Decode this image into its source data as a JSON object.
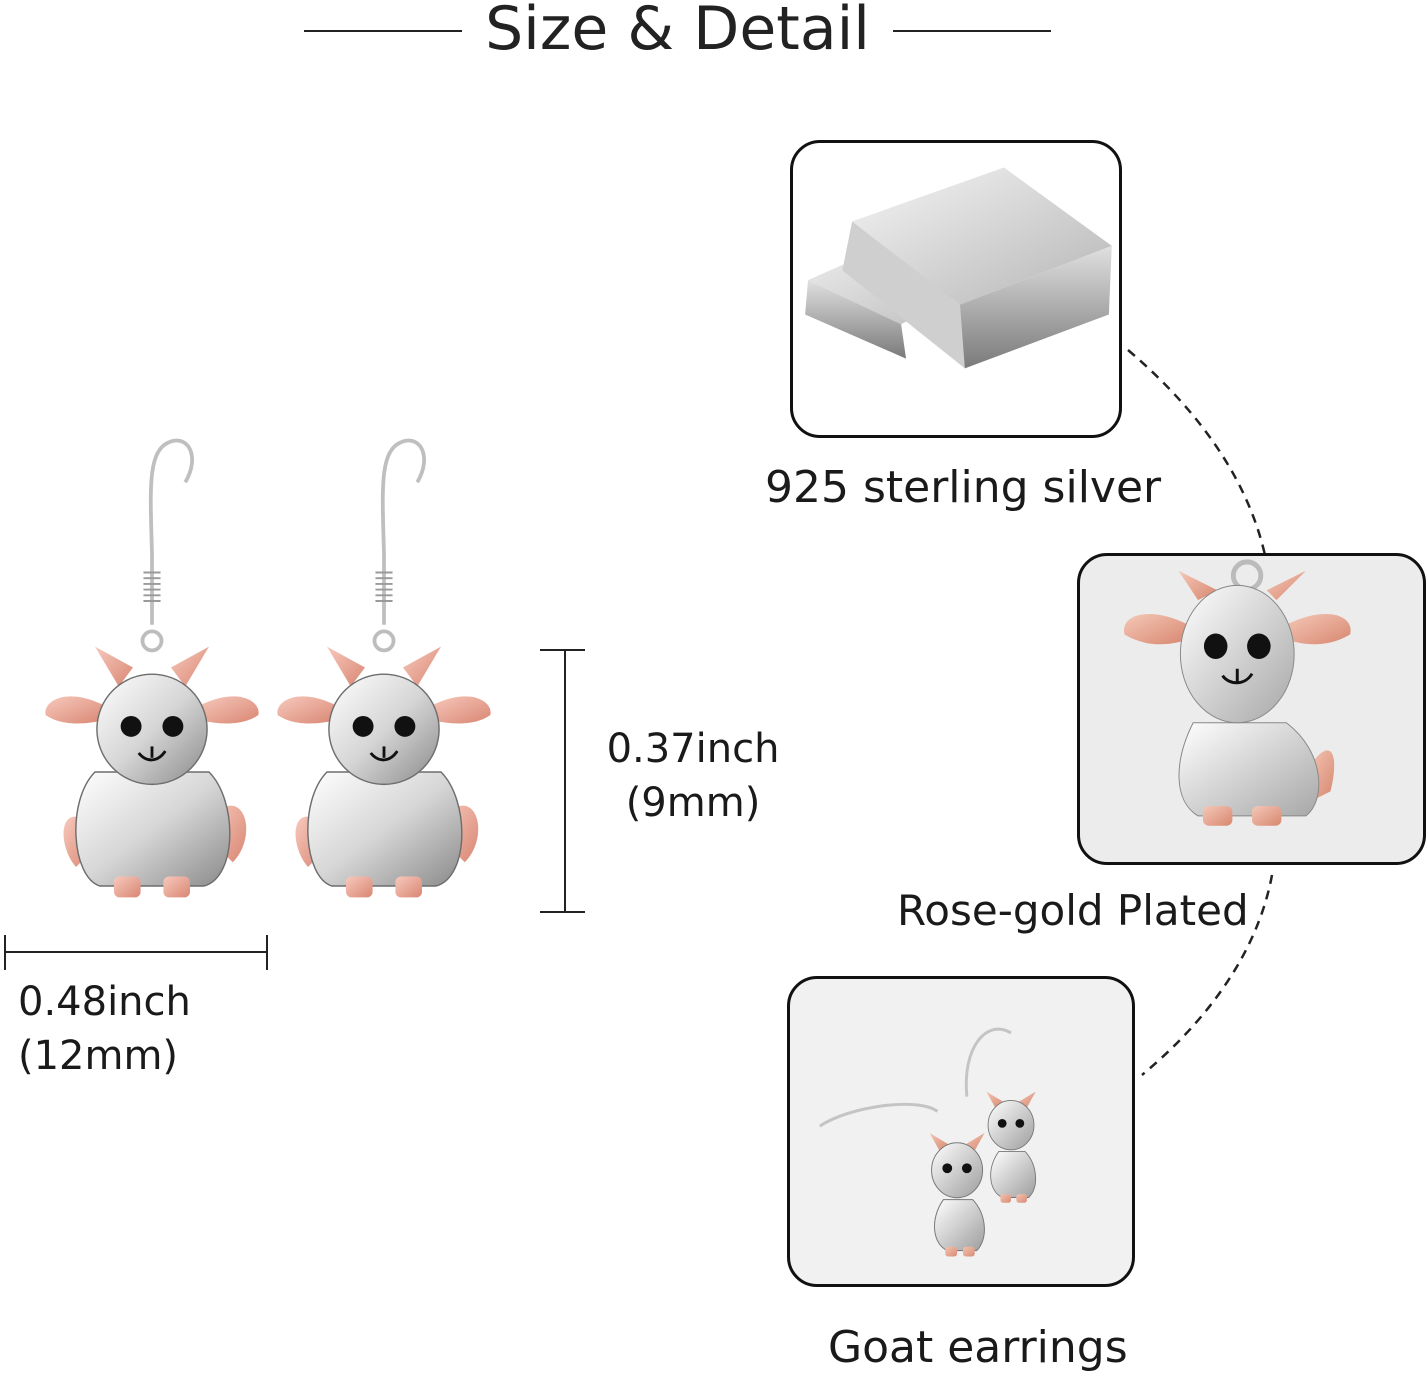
{
  "header": {
    "title": "Size & Detail"
  },
  "dimensions": {
    "height_value": "0.37inch",
    "height_metric": "(9mm)",
    "width_value": "0.48inch",
    "width_metric": "(12mm)"
  },
  "features": [
    {
      "caption": "925 sterling silver",
      "icon": "silver-bar-icon"
    },
    {
      "caption": "Rose-gold Plated",
      "icon": "goat-pendant-icon"
    },
    {
      "caption": "Goat earrings",
      "icon": "goat-earrings-icon"
    }
  ],
  "colors": {
    "silver": "#d9d9d9",
    "rose_gold": "#e8a396",
    "eyes": "#111111",
    "outline": "#111111"
  }
}
